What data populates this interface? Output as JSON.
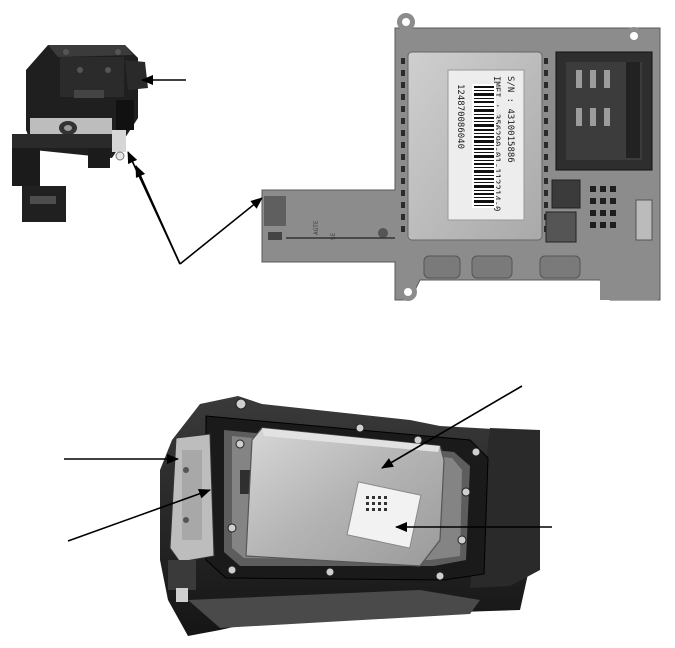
{
  "figure": {
    "top": {
      "module_label": {
        "serial": "S/N : 4310015886",
        "imei": "IMEI : 356290-01-112214-0",
        "barcode_number": "124870086040"
      }
    },
    "bottom": {}
  },
  "colors": {
    "photo_dark": "#1e1e1e",
    "photo_mid": "#6a6a6a",
    "photo_light": "#cfcfcf",
    "shield": "#b9b9b9",
    "board": "#8d8d8d",
    "arrow": "#000000"
  }
}
